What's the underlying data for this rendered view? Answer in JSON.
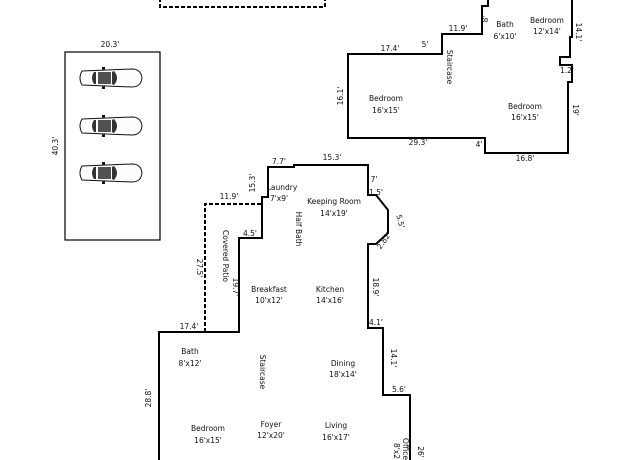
{
  "garage": {
    "width_label": "20.3'",
    "depth_label": "40.3'"
  },
  "upper_floor": {
    "dims": [
      "8'",
      "11.9'",
      "14.1'",
      "17.4'",
      "5'",
      "1.2'",
      "16.1'",
      "19'",
      "29.3'",
      "4'",
      "16.8'"
    ],
    "rooms": [
      {
        "name": "Bath",
        "size": "6'x10'"
      },
      {
        "name": "Bedroom",
        "size": "12'x14'"
      },
      {
        "name": "Staircase",
        "size": ""
      },
      {
        "name": "Bedroom",
        "size": "16'x15'"
      },
      {
        "name": "Bedroom",
        "size": "16'x15'"
      }
    ]
  },
  "main_floor": {
    "dims": [
      "7.7'",
      "15.3'",
      "15.3'",
      "7'",
      "1.5'",
      "5.5'",
      "2.82'",
      "11.9'",
      "4.5'",
      "27.5'",
      "19.7'",
      "18.9'",
      "17.4'",
      "4.1'",
      "14.1'",
      "28.8'",
      "5.6'",
      "26'"
    ],
    "rooms": [
      {
        "name": "Laundry",
        "size": "7'x9'"
      },
      {
        "name": "Keeping Room",
        "size": "14'x19'"
      },
      {
        "name": "Half Bath",
        "size": ""
      },
      {
        "name": "Covered Patio",
        "size": ""
      },
      {
        "name": "Breakfast",
        "size": "10'x12'"
      },
      {
        "name": "Kitchen",
        "size": "14'x16'"
      },
      {
        "name": "Bath",
        "size": "8'x12'"
      },
      {
        "name": "Staircase",
        "size": ""
      },
      {
        "name": "Dining",
        "size": "18'x14'"
      },
      {
        "name": "Bedroom",
        "size": "16'x15'"
      },
      {
        "name": "Foyer",
        "size": "12'x20'"
      },
      {
        "name": "Living",
        "size": "16'x17'"
      },
      {
        "name": "Office",
        "size": "8'x2"
      }
    ]
  }
}
